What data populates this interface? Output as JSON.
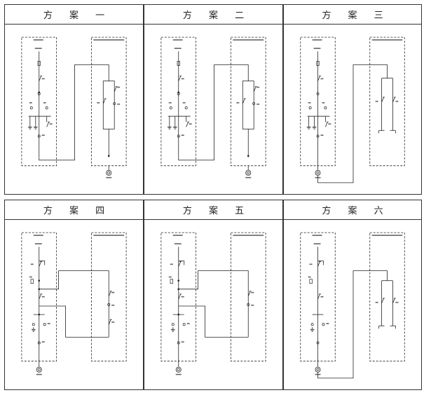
{
  "schemes": [
    {
      "id": "scheme-1",
      "title": "方 案 一",
      "variant": "a"
    },
    {
      "id": "scheme-2",
      "title": "方 案 二",
      "variant": "a"
    },
    {
      "id": "scheme-3",
      "title": "方 案 三",
      "variant": "b"
    },
    {
      "id": "scheme-4",
      "title": "方 案 四",
      "variant": "c"
    },
    {
      "id": "scheme-5",
      "title": "方 案 五",
      "variant": "d"
    },
    {
      "id": "scheme-6",
      "title": "方 案 六",
      "variant": "e"
    }
  ],
  "colors": {
    "line": "#222222",
    "border": "#333333"
  }
}
